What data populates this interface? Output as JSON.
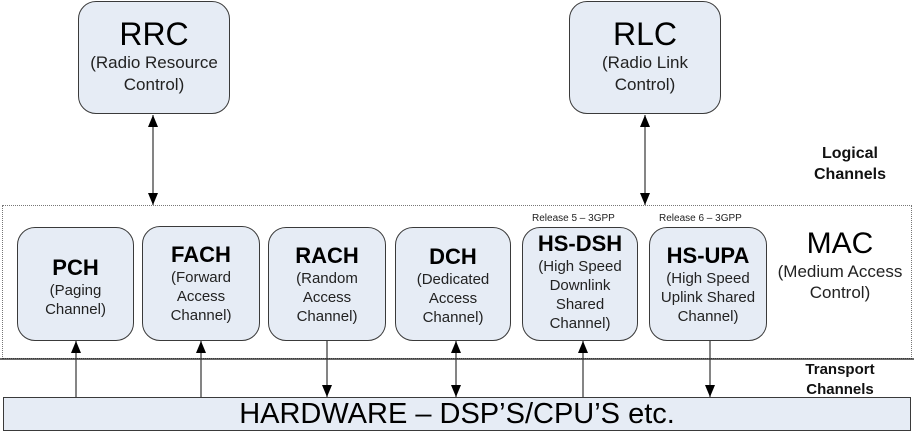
{
  "diagram": {
    "top_blocks": [
      {
        "id": "rrc",
        "title": "RRC",
        "subtitle_line1": "(Radio Resource",
        "subtitle_line2": "Control)"
      },
      {
        "id": "rlc",
        "title": "RLC",
        "subtitle_line1": "(Radio Link",
        "subtitle_line2": "Control)"
      }
    ],
    "logical_channels_label": {
      "line1": "Logical",
      "line2": "Channels"
    },
    "mac": {
      "title": "MAC",
      "subtitle_line1": "(Medium Access",
      "subtitle_line2": "Control)"
    },
    "channels": [
      {
        "id": "pch",
        "title": "PCH",
        "lines": [
          "(Paging",
          "Channel)"
        ],
        "release": "",
        "direction": "up"
      },
      {
        "id": "fach",
        "title": "FACH",
        "lines": [
          "(Forward",
          "Access",
          "Channel)"
        ],
        "release": "",
        "direction": "up"
      },
      {
        "id": "rach",
        "title": "RACH",
        "lines": [
          "(Random",
          "Access",
          "Channel)"
        ],
        "release": "",
        "direction": "down"
      },
      {
        "id": "dch",
        "title": "DCH",
        "lines": [
          "(Dedicated",
          "Access",
          "Channel)"
        ],
        "release": "",
        "direction": "both"
      },
      {
        "id": "hs-dsh",
        "title": "HS-DSH",
        "lines": [
          "(High Speed",
          "Downlink",
          "Shared",
          "Channel)"
        ],
        "release": "Release 5 – 3GPP",
        "direction": "up"
      },
      {
        "id": "hs-upa",
        "title": "HS-UPA",
        "lines": [
          "(High Speed",
          "Uplink Shared",
          "Channel)"
        ],
        "release": "Release 6 – 3GPP",
        "direction": "down"
      }
    ],
    "transport_channels_label": {
      "line1": "Transport",
      "line2": "Channels"
    },
    "hardware": {
      "label": "HARDWARE – DSP’S/CPU’S etc."
    }
  }
}
